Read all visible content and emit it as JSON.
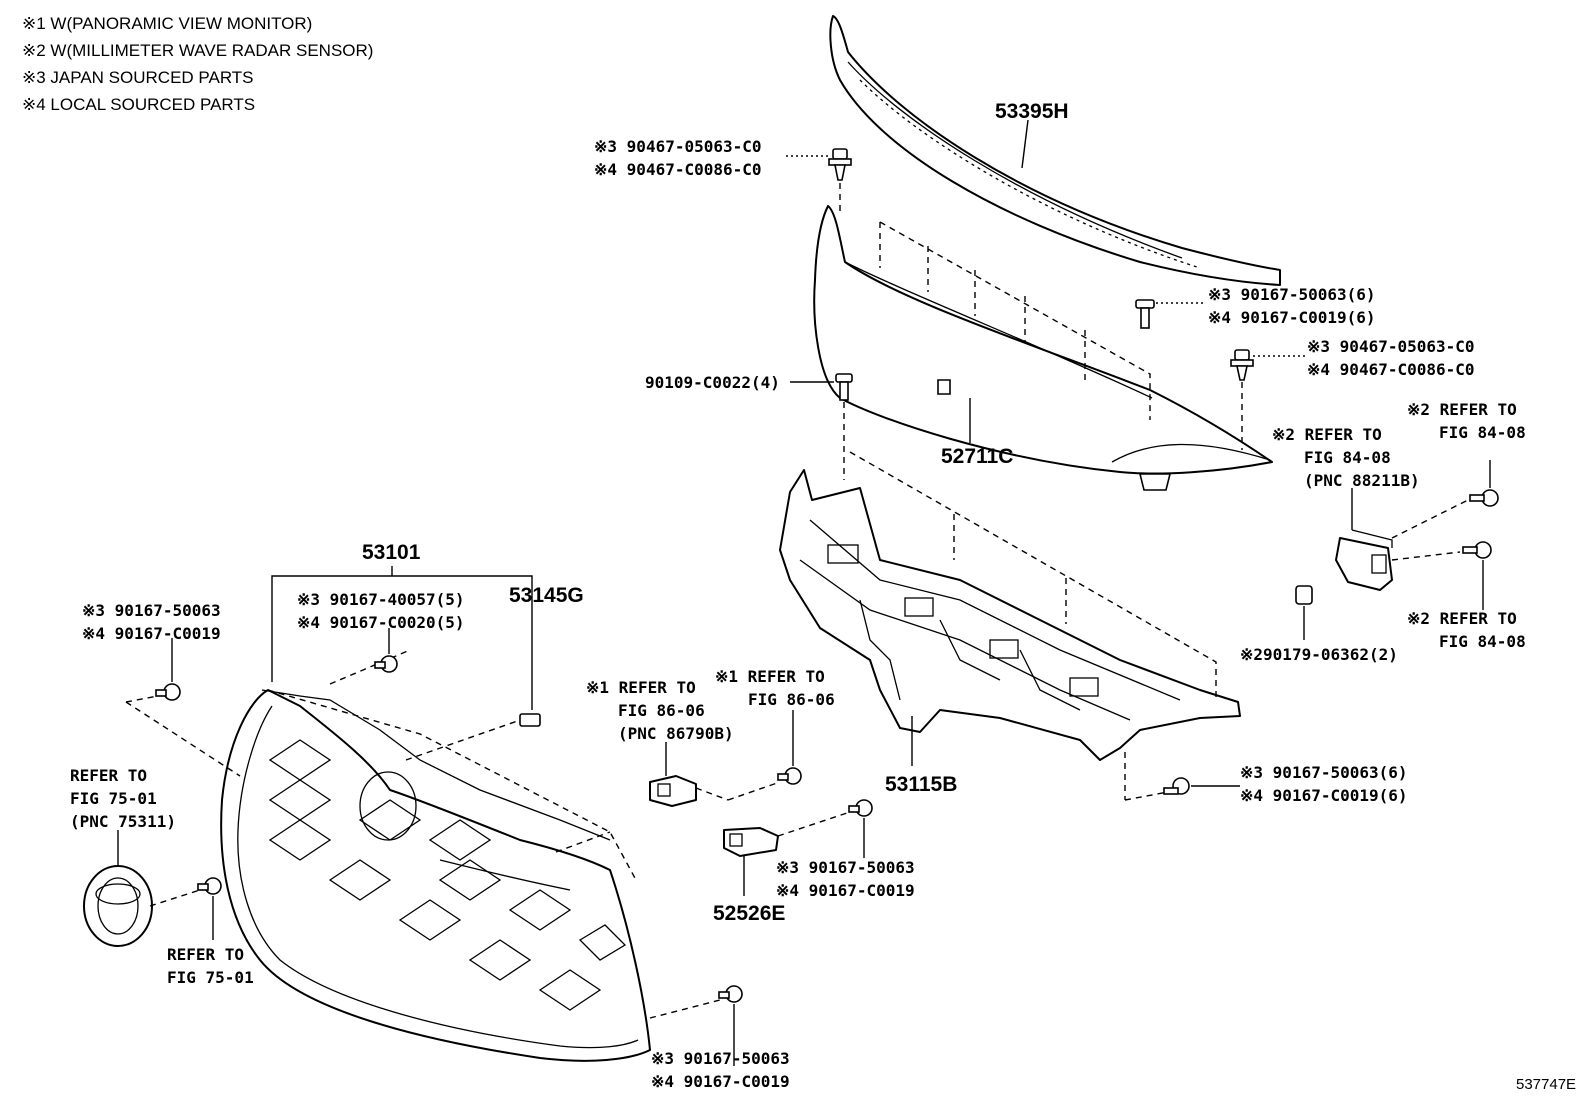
{
  "notes": [
    "※1 W(PANORAMIC VIEW MONITOR)",
    "※2 W(MILLIMETER WAVE RADAR SENSOR)",
    "※3 JAPAN SOURCED PARTS",
    "※4 LOCAL SOURCED PARTS"
  ],
  "parts": {
    "p53395H": "53395H",
    "p52711C": "52711C",
    "p53101": "53101",
    "p53145G": "53145G",
    "p53115B": "53115B",
    "p52526E": "52526E"
  },
  "fasteners": {
    "top_clip_a": "※3 90467-05063-C0",
    "top_clip_b": "※4 90467-C0086-C0",
    "upper_screw_a": "※3 90167-50063(6)",
    "upper_screw_b": "※4 90167-C0019(6)",
    "right_clip_a": "※3 90467-05063-C0",
    "right_clip_b": "※4 90467-C0086-C0",
    "bolt_90109": "90109-C0022(4)",
    "grille_screw5_a": "※3 90167-40057(5)",
    "grille_screw5_b": "※4 90167-C0020(5)",
    "left_screw_a": "※3 90167-50063",
    "left_screw_b": "※4 90167-C0019",
    "bracket_screw_a": "※3 90167-50063",
    "bracket_screw_b": "※4 90167-C0019",
    "bottom_screw_a": "※3 90167-50063",
    "bottom_screw_b": "※4 90167-C0019",
    "support_screw_a": "※3 90167-50063(6)",
    "support_screw_b": "※4 90167-C0019(6)",
    "radar_nut": "※290179-06362(2)"
  },
  "references": {
    "radar_top_right_1": "※2 REFER TO",
    "radar_top_right_2": "FIG 84-08",
    "radar_center_1": "※2 REFER TO",
    "radar_center_2": "FIG 84-08",
    "radar_center_3": "(PNC 88211B)",
    "radar_low_right_1": "※2 REFER TO",
    "radar_low_right_2": "FIG 84-08",
    "camera_left_1": "※1 REFER TO",
    "camera_left_2": "FIG 86-06",
    "camera_left_3": "(PNC 86790B)",
    "camera_right_1": "※1 REFER TO",
    "camera_right_2": "FIG 86-06",
    "emblem_top_1": "REFER TO",
    "emblem_top_2": "FIG 75-01",
    "emblem_top_3": "(PNC 75311)",
    "emblem_low_1": "REFER TO",
    "emblem_low_2": "FIG 75-01"
  },
  "figure_code": "537747E"
}
